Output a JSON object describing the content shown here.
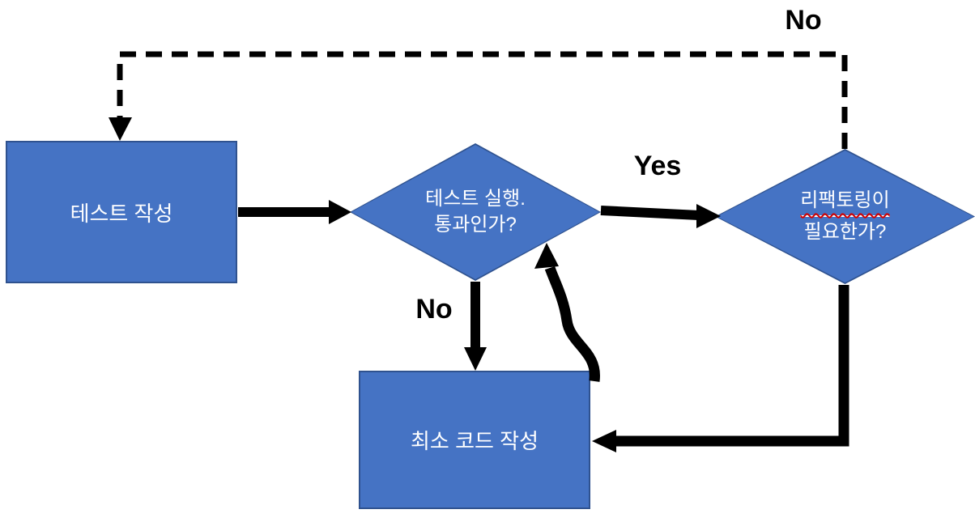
{
  "diagram": {
    "background": "#ffffff",
    "colors": {
      "node_fill": "#4573c4",
      "node_border": "#2f528f",
      "node_text": "#ffffff",
      "arrow": "#000000",
      "label_text": "#000000",
      "spellcheck_wave": "#d40000"
    },
    "nodes": {
      "write_test": {
        "label": "테스트 작성"
      },
      "run_test": {
        "line1": "테스트 실행.",
        "line2": "통과인가?"
      },
      "refactor": {
        "line1": "리팩토링이",
        "line2": "필요한가?"
      },
      "write_min_code": {
        "label": "최소 코드 작성"
      }
    },
    "edge_labels": {
      "yes": "Yes",
      "no_to_min_code": "No",
      "no_to_write_test": "No"
    }
  }
}
